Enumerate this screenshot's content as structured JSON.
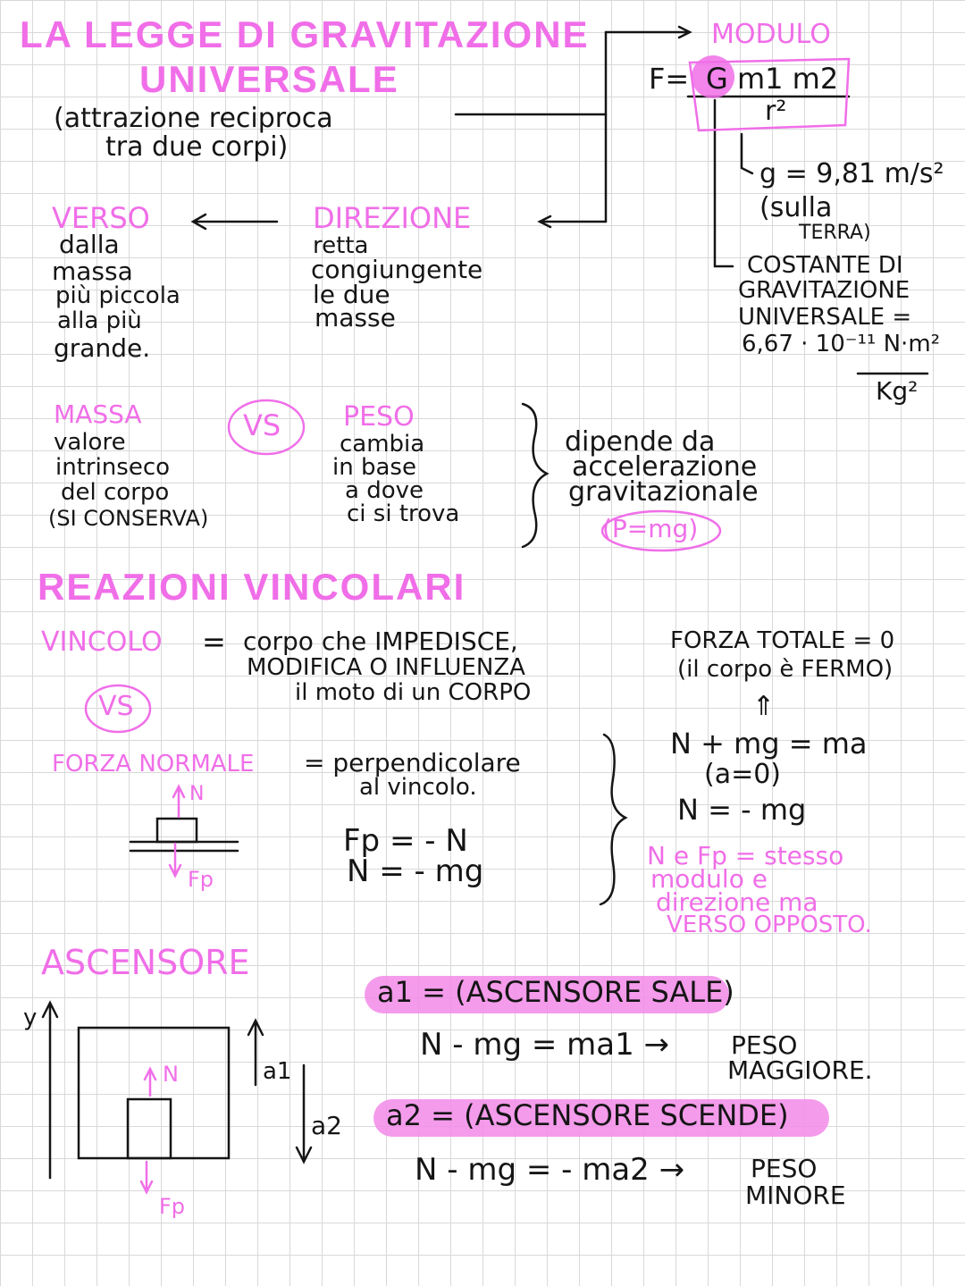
{
  "title": {
    "line1": "LA LEGGE DI GRAVITAZIONE",
    "line2": "UNIVERSALE",
    "subtitle1": "(attrazione reciproca",
    "subtitle2": "tra due corpi)"
  },
  "modulo": {
    "label": "MODULO",
    "f_eq": "F=",
    "numerator": "G m1 m2",
    "denominator": "r²",
    "g_value": "g = 9,81 m/s²",
    "g_note1": "(sulla",
    "g_note2": "TERRA)",
    "const1": "COSTANTE DI",
    "const2": "GRAVITAZIONE",
    "const3": "UNIVERSALE =",
    "const4": "6,67 · 10⁻¹¹ N·m²",
    "const5": "Kg²"
  },
  "verso": {
    "label": "VERSO",
    "l1": "dalla",
    "l2": "massa",
    "l3": "più piccola",
    "l4": "alla più",
    "l5": "grande."
  },
  "direzione": {
    "label": "DIREZIONE",
    "l1": "retta",
    "l2": "congiungente",
    "l3": "le due",
    "l4": "masse"
  },
  "massa": {
    "label": "MASSA",
    "l1": "valore",
    "l2": "intrinseco",
    "l3": "del corpo",
    "l4": "(SI CONSERVA)"
  },
  "vs1": "VS",
  "peso": {
    "label": "PESO",
    "l1": "cambia",
    "l2": "in base",
    "l3": "a dove",
    "l4": "ci si trova"
  },
  "dipende": {
    "l1": "dipende da",
    "l2": "accelerazione",
    "l3": "gravitazionale",
    "formula": "(P=mg)"
  },
  "reazioni": {
    "title": "REAZIONI VINCOLARI",
    "vincolo_label": "VINCOLO",
    "eq": "=",
    "def1": "corpo che IMPEDISCE,",
    "def2": "MODIFICA O INFLUENZA",
    "def3": "il moto di un CORPO",
    "vs": "VS",
    "forza_normale": "FORZA NORMALE",
    "perp1": "= perpendicolare",
    "perp2": "al vincolo.",
    "n_label": "N",
    "fp_label": "Fp",
    "eq_fp": "Fp = - N",
    "eq_n": "N = - mg",
    "totale1": "FORZA TOTALE = 0",
    "totale2": "(il corpo è FERMO)",
    "arrow": "⇑",
    "eq1": "N + mg = ma",
    "eq2": "(a=0)",
    "eq3": "N = - mg",
    "note1": "N e Fp = stesso",
    "note2": "modulo e",
    "note3": "direzione ma",
    "note4": "VERSO OPPOSTO."
  },
  "ascensore": {
    "label": "ASCENSORE",
    "y_axis": "y",
    "n_label": "N",
    "fp_label": "Fp",
    "a1": "a1",
    "a2": "a2",
    "case1": "a1 = (ASCENSORE SALE)",
    "eq1": "N - mg = ma1 →",
    "res1a": "PESO",
    "res1b": "MAGGIORE.",
    "case2": "a2 = (ASCENSORE SCENDE)",
    "eq2": "N - mg = - ma2 →",
    "res2a": "PESO",
    "res2b": "MINORE"
  }
}
